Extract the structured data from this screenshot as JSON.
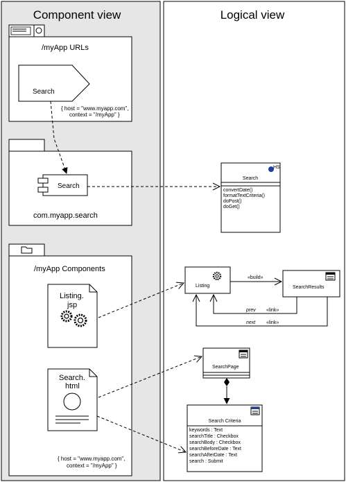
{
  "component_view": {
    "title": "Component view",
    "urls_package": {
      "label": "/myApp URLs",
      "search_node": "Search",
      "note_line1": "{ host = \"www.myapp.com\",",
      "note_line2": "context = \"/myApp\" }"
    },
    "search_package": {
      "component_label": "Search",
      "package_name": "com.myapp.search"
    },
    "components_package": {
      "label": "/myApp Components",
      "listing_line1": "Listing.",
      "listing_line2": "jsp",
      "search_line1": "Search.",
      "search_line2": "html",
      "note_line1": "{ host = \"www.myapp.com\",",
      "note_line2": "context = \"/myApp\" }"
    }
  },
  "logical_view": {
    "title": "Logical view",
    "search_class": {
      "name": "Search",
      "badge": "HS",
      "operations": [
        "convertDate()",
        "formatTextCriteria()",
        "doPost()",
        "doGet()"
      ]
    },
    "listing": {
      "name": "Listing"
    },
    "search_results": {
      "name": "SearchResults"
    },
    "build_label": "«build»",
    "prev_role": "prev",
    "prev_stereo": "«link»",
    "next_role": "next",
    "next_stereo": "«link»",
    "search_page": {
      "name": "SearchPage"
    },
    "search_criteria": {
      "name": "Search Criteria",
      "fields": [
        "keywords : Text",
        "searchTitle : Checkbox",
        "searchBody : Checkbox",
        "searchBeforeDate : Text",
        "searchAfterDate : Text",
        "search : Submit"
      ]
    }
  }
}
